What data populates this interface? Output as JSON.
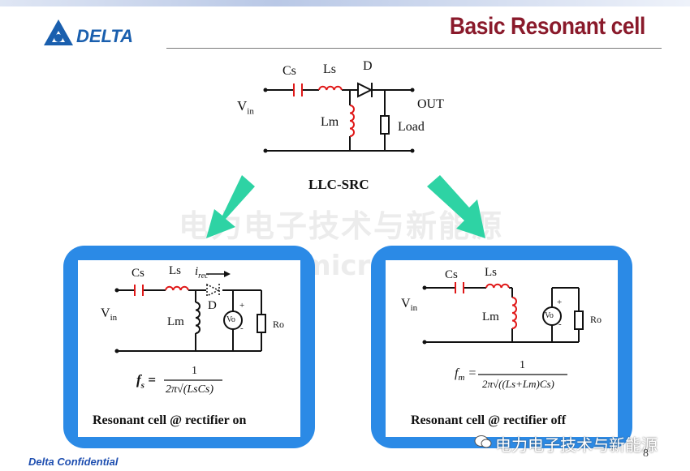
{
  "header": {
    "logo_text": "DELTA",
    "title": "Basic Resonant cell"
  },
  "top_circuit": {
    "cs": "Cs",
    "ls": "Ls",
    "d": "D",
    "vin_main": "V",
    "vin_sub": "in",
    "out": "OUT",
    "lm": "Lm",
    "load": "Load",
    "caption": "LLC-SRC"
  },
  "left_panel": {
    "cs": "Cs",
    "ls": "Ls",
    "irec_main": "i",
    "irec_sub": "rec",
    "d": "D",
    "vin_main": "V",
    "vin_sub": "in",
    "lm": "Lm",
    "vo": "Vo",
    "plus": "+",
    "minus": "-",
    "ro": "Ro",
    "formula_lhs": "f",
    "formula_lhs_sub": "s",
    "formula_num": "1",
    "formula_den": "2π√(LsCs)",
    "caption": "Resonant cell @ rectifier on"
  },
  "right_panel": {
    "cs": "Cs",
    "ls": "Ls",
    "vin_main": "V",
    "vin_sub": "in",
    "lm": "Lm",
    "vo": "Vo",
    "plus": "+",
    "minus": "-",
    "ro": "Ro",
    "formula_lhs": "f",
    "formula_lhs_sub": "m",
    "formula_num": "1",
    "formula_den": "2π√((Ls+Lm)Cs)",
    "caption": "Resonant cell @ rectifier off"
  },
  "footer": {
    "confidential": "Delta Confidential",
    "brand": "电力电子技术与新能源",
    "page": "8"
  },
  "watermark": {
    "line1": "电力电子技术与新能源",
    "line2": "www.21micro-grid.com"
  },
  "colors": {
    "title": "#8a1a2b",
    "panel": "#2b8ae6",
    "arrow": "#2ed3a4",
    "component_red": "#e01818",
    "footer_blue": "#1f4fb0"
  }
}
